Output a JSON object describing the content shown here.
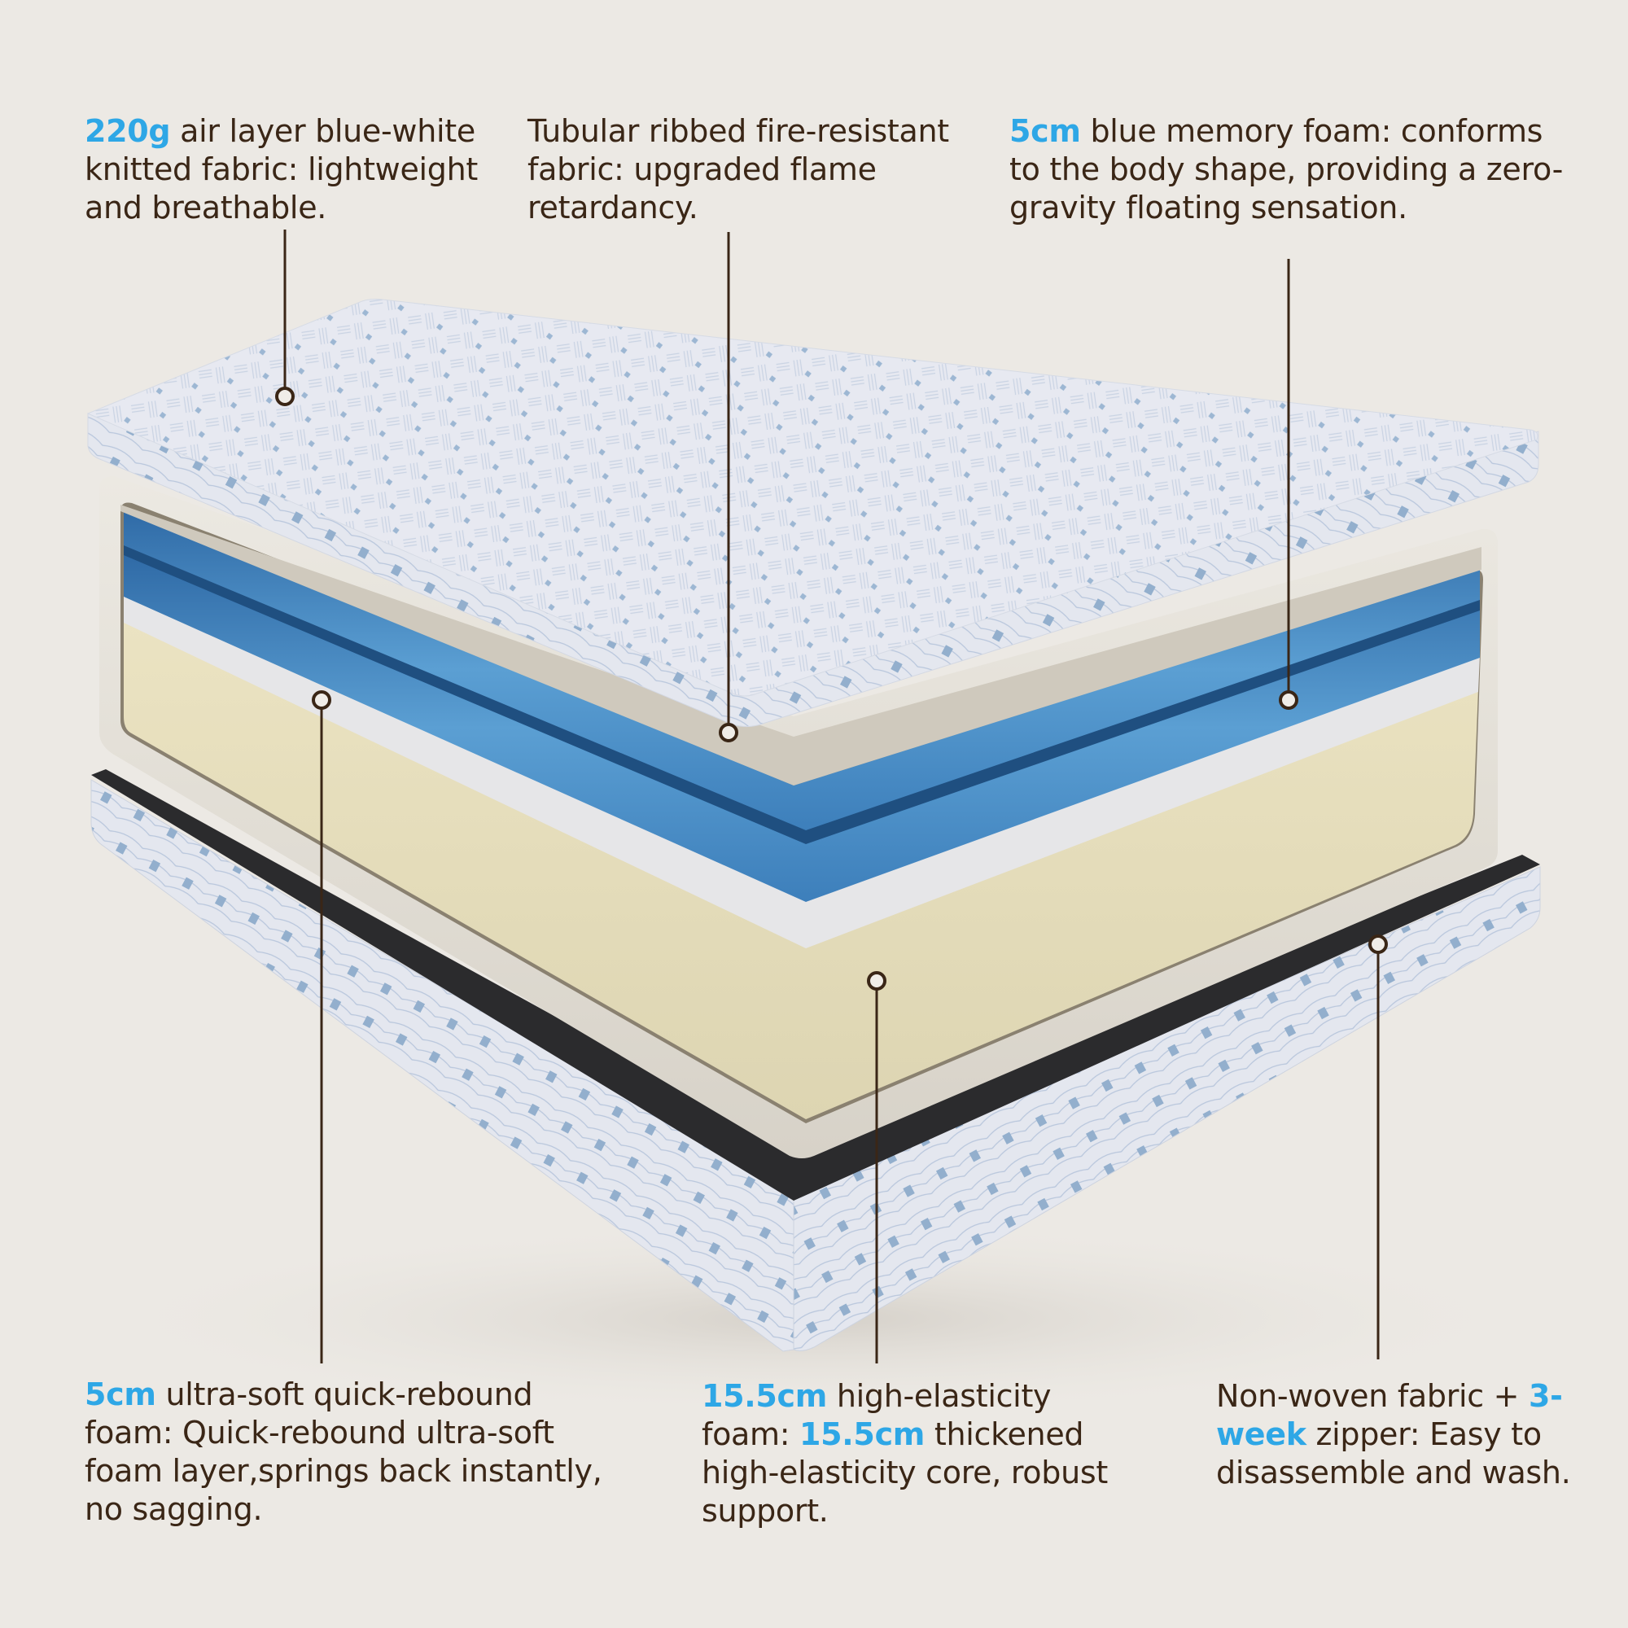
{
  "theme": {
    "background": "#ece9e4",
    "text_color": "#3a2616",
    "highlight_color": "#2ea7e6",
    "leader_line_color": "#3a2616"
  },
  "callouts": [
    {
      "id": "knitted-fabric",
      "highlight": "220g",
      "text_after": " air layer blue-white knitted fabric: lightweight and breathable.",
      "position": "top-left"
    },
    {
      "id": "fire-resistant-fabric",
      "text": "Tubular ribbed fire-resistant fabric: upgraded flame retardancy.",
      "position": "top-center"
    },
    {
      "id": "memory-foam",
      "highlight": "5cm",
      "text_after": " blue memory foam: conforms to the body shape, providing a zero-gravity floating sensation.",
      "position": "top-right"
    },
    {
      "id": "quick-rebound-foam",
      "highlight": "5cm",
      "text_after": " ultra-soft quick-rebound foam: Quick-rebound ultra-soft foam layer,springs back instantly, no sagging.",
      "position": "bottom-left"
    },
    {
      "id": "high-elasticity-foam",
      "highlight": "15.5cm",
      "text_mid": " high-elasticity foam: ",
      "highlight2": "15.5cm",
      "text_after": " thickened high-elasticity core, robust support.",
      "position": "bottom-center"
    },
    {
      "id": "zipper",
      "text_before": "Non-woven fabric + ",
      "highlight": "3-week",
      "text_after": " zipper: Easy to disassemble and wash.",
      "position": "bottom-right"
    }
  ],
  "illustration": {
    "subject": "mattress-cutaway",
    "layers": [
      {
        "name": "top-knitted-cover",
        "color": "#e6e8f0",
        "pattern_color": "#8fb0cf"
      },
      {
        "name": "fire-resistant-sock",
        "color": "#dcd8d0"
      },
      {
        "name": "memory-foam-upper",
        "color": "#4a8cc4"
      },
      {
        "name": "memory-foam-lower",
        "color": "#3d7fbb"
      },
      {
        "name": "quick-rebound-foam",
        "color": "#e4e4e6"
      },
      {
        "name": "high-elasticity-core",
        "color": "#e2dab8"
      },
      {
        "name": "black-border-band",
        "color": "#2b2b2d"
      },
      {
        "name": "bottom-knitted-cover",
        "color": "#e3e6ee"
      }
    ]
  }
}
